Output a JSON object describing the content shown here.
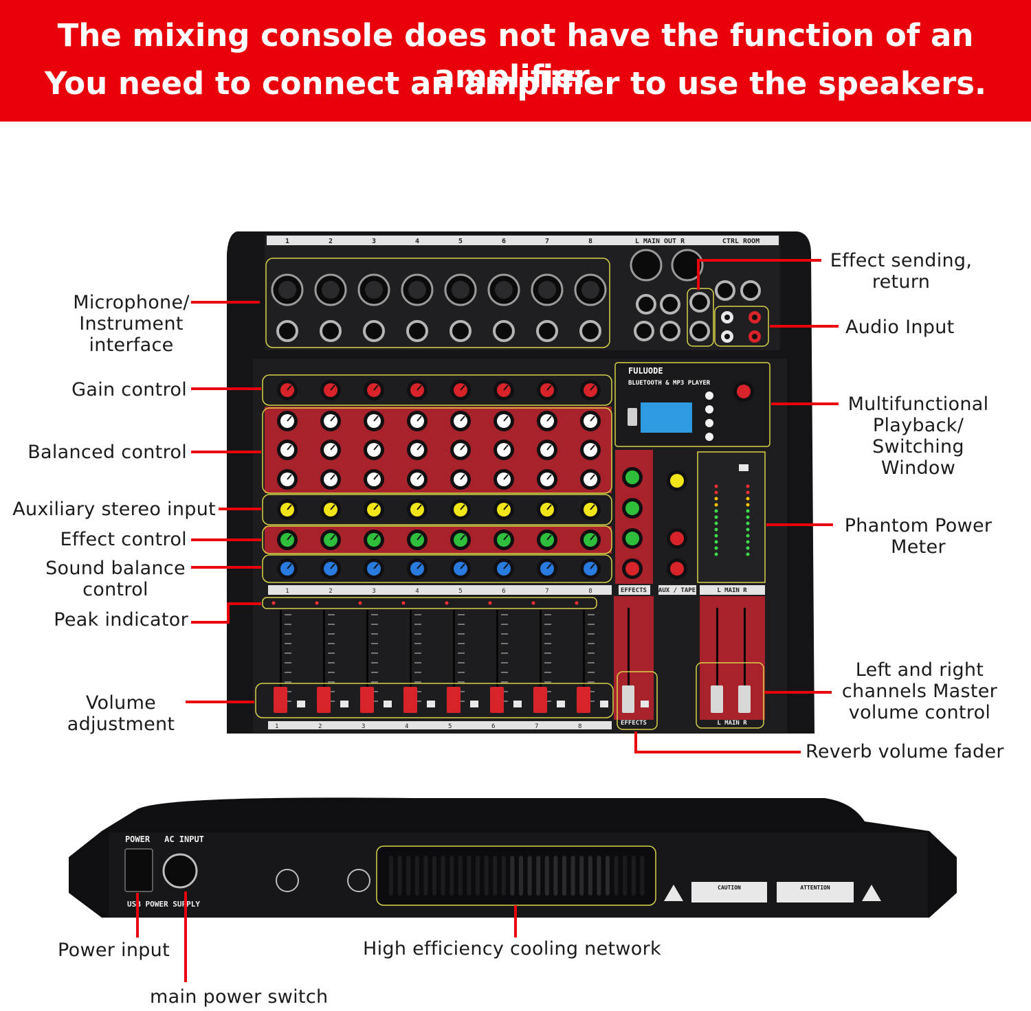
{
  "banner": {
    "line1": "The mixing console does not have the function of an amplifier.",
    "line2": "You need to connect an amplifier to use the speakers."
  },
  "callouts": {
    "mic_instrument": [
      "Microphone/",
      "Instrument",
      "interface"
    ],
    "gain": "Gain control",
    "balanced": "Balanced control",
    "aux_stereo": "Auxiliary stereo input",
    "effect_control": "Effect control",
    "sound_balance": [
      "Sound balance",
      "control"
    ],
    "peak": "Peak indicator",
    "volume": [
      "Volume",
      "adjustment"
    ],
    "effect_send": [
      "Effect sending,",
      "return"
    ],
    "audio_input": "Audio Input",
    "multifunctional": [
      "Multifunctional",
      "Playback/",
      "Switching",
      "Window"
    ],
    "phantom": [
      "Phantom Power",
      "Meter"
    ],
    "master": [
      "Left and right",
      "channels Master",
      "volume control"
    ],
    "reverb": "Reverb volume fader",
    "power_input": "Power input",
    "cooling": "High efficiency cooling network",
    "power_switch": "main power switch"
  },
  "device": {
    "channels": [
      "1",
      "2",
      "3",
      "4",
      "5",
      "6",
      "7",
      "8"
    ],
    "main_out": "L  MAIN OUT  R",
    "ctrl_room": "CTRL ROOM",
    "brand": "FULUODE",
    "player_title": "BLUETOOTH & MP3 PLAYER",
    "effects": "EFFECTS",
    "aux_tape": "AUX / TAPE",
    "main_lr": "L  MAIN  R",
    "rear_power": "POWER",
    "rear_ac": "AC INPUT",
    "rear_usb": "USB POWER SUPPLY",
    "caution": "CAUTION",
    "attention": "ATTENTION"
  },
  "colors": {
    "accent_red": "#e8000b",
    "chassis": "#1c1c1e",
    "eq_red": "#a8222b",
    "highlight": "#d8d44a"
  }
}
